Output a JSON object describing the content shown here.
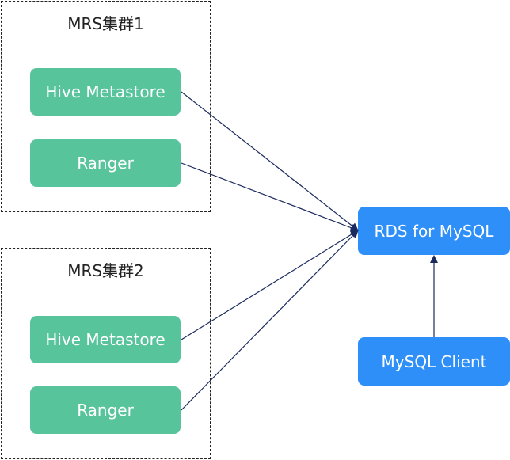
{
  "clusters": [
    {
      "title": "MRS集群1",
      "nodes": [
        {
          "label": "Hive Metastore"
        },
        {
          "label": "Ranger"
        }
      ]
    },
    {
      "title": "MRS集群2",
      "nodes": [
        {
          "label": "Hive Metastore"
        },
        {
          "label": "Ranger"
        }
      ]
    }
  ],
  "rds": {
    "label": "RDS for MySQL"
  },
  "client": {
    "label": "MySQL Client"
  },
  "colors": {
    "node_green": "#58c49c",
    "node_blue": "#2d8ff7",
    "edge": "#1a2a5e"
  }
}
